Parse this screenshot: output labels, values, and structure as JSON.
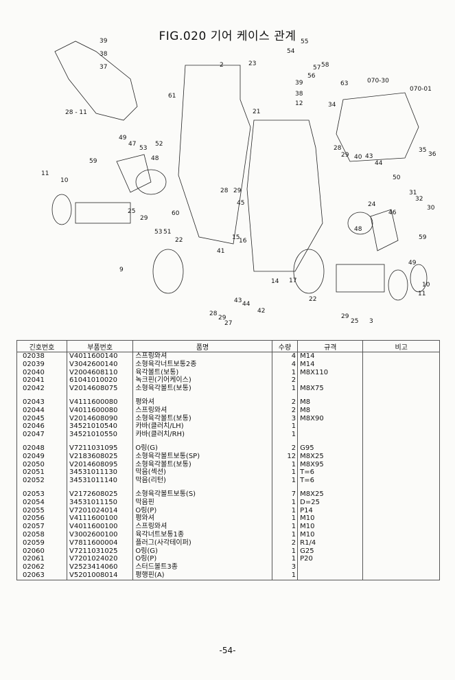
{
  "title": "FIG.020 기어 케이스 관계",
  "callouts": [
    "39",
    "38",
    "37",
    "28 - 11",
    "61",
    "53",
    "52",
    "49",
    "47",
    "59",
    "48",
    "11",
    "10",
    "25",
    "29",
    "53",
    "51",
    "60",
    "22",
    "9",
    "2",
    "23",
    "54",
    "55",
    "56",
    "57",
    "58",
    "39",
    "38",
    "12",
    "21",
    "63",
    "070-30",
    "070-01",
    "34",
    "28",
    "29",
    "40",
    "43",
    "44",
    "35",
    "36",
    "50",
    "31",
    "32",
    "30",
    "28",
    "29",
    "45",
    "24",
    "46",
    "59",
    "48",
    "49",
    "15",
    "16",
    "41",
    "14",
    "22",
    "10",
    "11",
    "3",
    "17",
    "43",
    "44",
    "42",
    "28",
    "29",
    "27",
    "29",
    "25"
  ],
  "table": {
    "headers": [
      "긴호번호",
      "부품번호",
      "품명",
      "수량",
      "규격",
      "비고"
    ],
    "groups": [
      [
        {
          "no": "02038",
          "pn": "V4011600140",
          "name": "스프링와셔",
          "qty": "4",
          "spec": "M14"
        },
        {
          "no": "02039",
          "pn": "V3042600140",
          "name": "소형육각너트보통2종",
          "qty": "4",
          "spec": "M14"
        },
        {
          "no": "02040",
          "pn": "V2004608110",
          "name": "육각볼트(보통)",
          "qty": "1",
          "spec": "M8X110"
        },
        {
          "no": "02041",
          "pn": "61041010020",
          "name": "녹크핀(기어케이스)",
          "qty": "2",
          "spec": ""
        },
        {
          "no": "02042",
          "pn": "V2014608075",
          "name": "소형육각볼트(보통)",
          "qty": "1",
          "spec": "M8X75"
        }
      ],
      [
        {
          "no": "02043",
          "pn": "V4111600080",
          "name": "평와셔",
          "qty": "2",
          "spec": "M8"
        },
        {
          "no": "02044",
          "pn": "V4011600080",
          "name": "스프링와셔",
          "qty": "2",
          "spec": "M8"
        },
        {
          "no": "02045",
          "pn": "V2014608090",
          "name": "소형육각볼트(보통)",
          "qty": "3",
          "spec": "M8X90"
        },
        {
          "no": "02046",
          "pn": "34521010540",
          "name": "카바(클러치/LH)",
          "qty": "1",
          "spec": ""
        },
        {
          "no": "02047",
          "pn": "34521010550",
          "name": "카바(클러치/RH)",
          "qty": "1",
          "spec": ""
        }
      ],
      [
        {
          "no": "02048",
          "pn": "V7211031095",
          "name": "O링(G)",
          "qty": "2",
          "spec": "G95"
        },
        {
          "no": "02049",
          "pn": "V2183608025",
          "name": "소형육각볼트보통(SP)",
          "qty": "12",
          "spec": "M8X25"
        },
        {
          "no": "02050",
          "pn": "V2014608095",
          "name": "소형육각볼트(보통)",
          "qty": "1",
          "spec": "M8X95"
        },
        {
          "no": "02051",
          "pn": "34531011130",
          "name": "막음(섹션)",
          "qty": "1",
          "spec": "T=6"
        },
        {
          "no": "02052",
          "pn": "34531011140",
          "name": "막음(리턴)",
          "qty": "1",
          "spec": "T=6"
        }
      ],
      [
        {
          "no": "02053",
          "pn": "V2172608025",
          "name": "소형육각볼트보통(S)",
          "qty": "7",
          "spec": "M8X25"
        },
        {
          "no": "02054",
          "pn": "34531011150",
          "name": "막음핀",
          "qty": "1",
          "spec": "D=25"
        },
        {
          "no": "02055",
          "pn": "V7201024014",
          "name": "O링(P)",
          "qty": "1",
          "spec": "P14"
        },
        {
          "no": "02056",
          "pn": "V4111600100",
          "name": "평와셔",
          "qty": "1",
          "spec": "M10"
        },
        {
          "no": "02057",
          "pn": "V4011600100",
          "name": "스프링와셔",
          "qty": "1",
          "spec": "M10"
        },
        {
          "no": "02058",
          "pn": "V3002600100",
          "name": "육각너트보통1종",
          "qty": "1",
          "spec": "M10"
        },
        {
          "no": "02059",
          "pn": "V7811600004",
          "name": "플러그(사각테이퍼)",
          "qty": "2",
          "spec": "R1/4"
        },
        {
          "no": "02060",
          "pn": "V7211031025",
          "name": "O링(G)",
          "qty": "1",
          "spec": "G25"
        },
        {
          "no": "02061",
          "pn": "V7201024020",
          "name": "O링(P)",
          "qty": "1",
          "spec": "P20"
        },
        {
          "no": "02062",
          "pn": "V2523414060",
          "name": "스터드볼트3종",
          "qty": "3",
          "spec": ""
        },
        {
          "no": "02063",
          "pn": "V5201008014",
          "name": "평행핀(A)",
          "qty": "1",
          "spec": ""
        }
      ]
    ]
  },
  "page_number": "-54-"
}
